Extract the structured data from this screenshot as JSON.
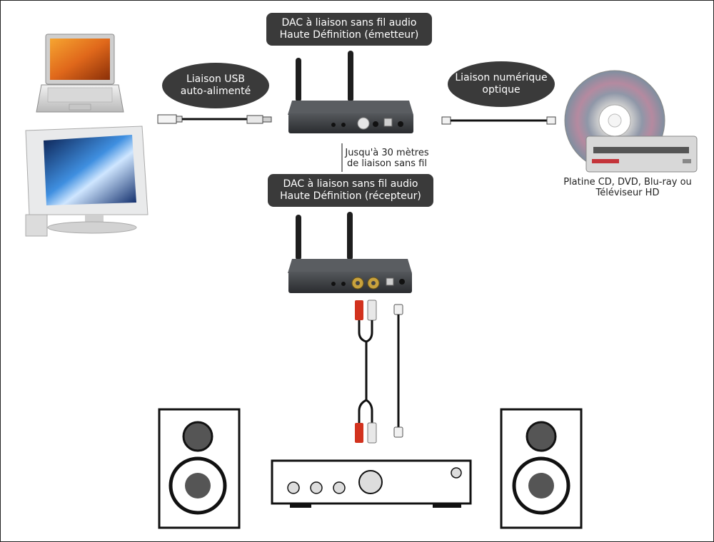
{
  "labels": {
    "emitter_line1": "DAC à liaison sans fil audio",
    "emitter_line2": "Haute Définition (émetteur)",
    "receiver_line1": "DAC à liaison sans fil audio",
    "receiver_line2": "Haute Définition (récepteur)",
    "usb_line1": "Liaison USB",
    "usb_line2": "auto-alimenté",
    "optical_line1": "Liaison numérique",
    "optical_line2": "optique",
    "range_line1": "Jusqu'à 30 mètres",
    "range_line2": "de liaison sans fil",
    "source_line1": "Platine CD, DVD, Blu-ray ou",
    "source_line2": "Téléviseur HD"
  },
  "colors": {
    "pill_bg": "#3a3a3a",
    "rca_red": "#d2321e",
    "rca_white": "#e8e8e8",
    "device_body": "#2f3134"
  },
  "icons": [
    "laptop-icon",
    "desktop-monitor-icon",
    "cd-disc-icon",
    "disc-player-icon",
    "speaker-icon",
    "amplifier-icon",
    "usb-connector-icon",
    "optical-connector-icon",
    "rca-connector-icon",
    "antenna-icon"
  ]
}
